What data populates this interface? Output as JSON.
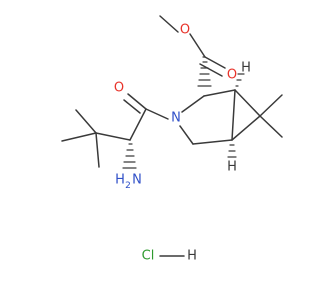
{
  "molecule": {
    "atoms": {
      "O_ester": "O",
      "O_carbonyl_ester": "O",
      "O_amide": "O",
      "N_ring": "N",
      "N_amine": "N",
      "H_amine": "H",
      "H_amine_count": "2",
      "H_stereo_top": "H",
      "H_stereo_bottom": "H",
      "salt_Cl": "Cl",
      "salt_H": "H"
    }
  },
  "colors": {
    "bond": "#3a3a3a",
    "oxygen": "#e8332a",
    "nitrogen": "#3050c8",
    "chlorine": "#2f9a2f"
  }
}
